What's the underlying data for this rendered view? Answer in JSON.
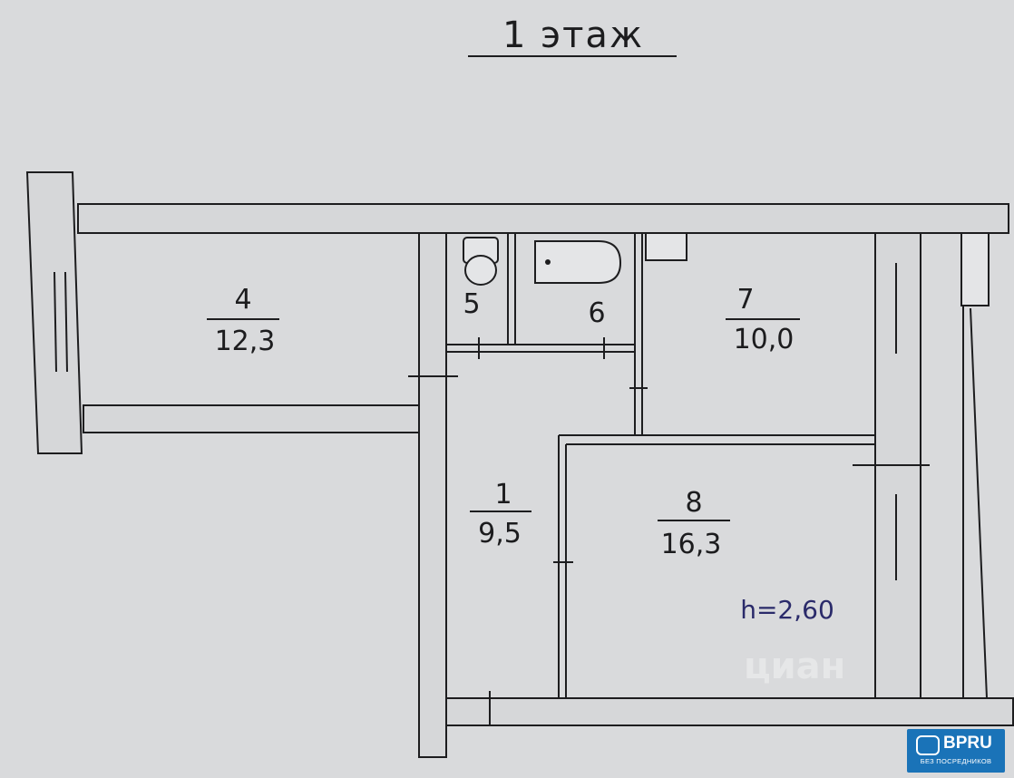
{
  "title": "1 этаж",
  "rooms": [
    {
      "number": "4",
      "area": "12,3"
    },
    {
      "number": "5",
      "area": ""
    },
    {
      "number": "6",
      "area": ""
    },
    {
      "number": "7",
      "area": "10,0"
    },
    {
      "number": "1",
      "area": "9,5"
    },
    {
      "number": "8",
      "area": "16,3"
    }
  ],
  "ceiling_height": "h=2,60",
  "watermark": "циан",
  "badge": {
    "brand": "BPRU",
    "tagline": "БЕЗ ПОСРЕДНИКОВ"
  },
  "colors": {
    "paper": "#d9dadc",
    "ink": "#1d1d1f",
    "height_text": "#2a2a6a",
    "badge": "#1a73b8"
  }
}
